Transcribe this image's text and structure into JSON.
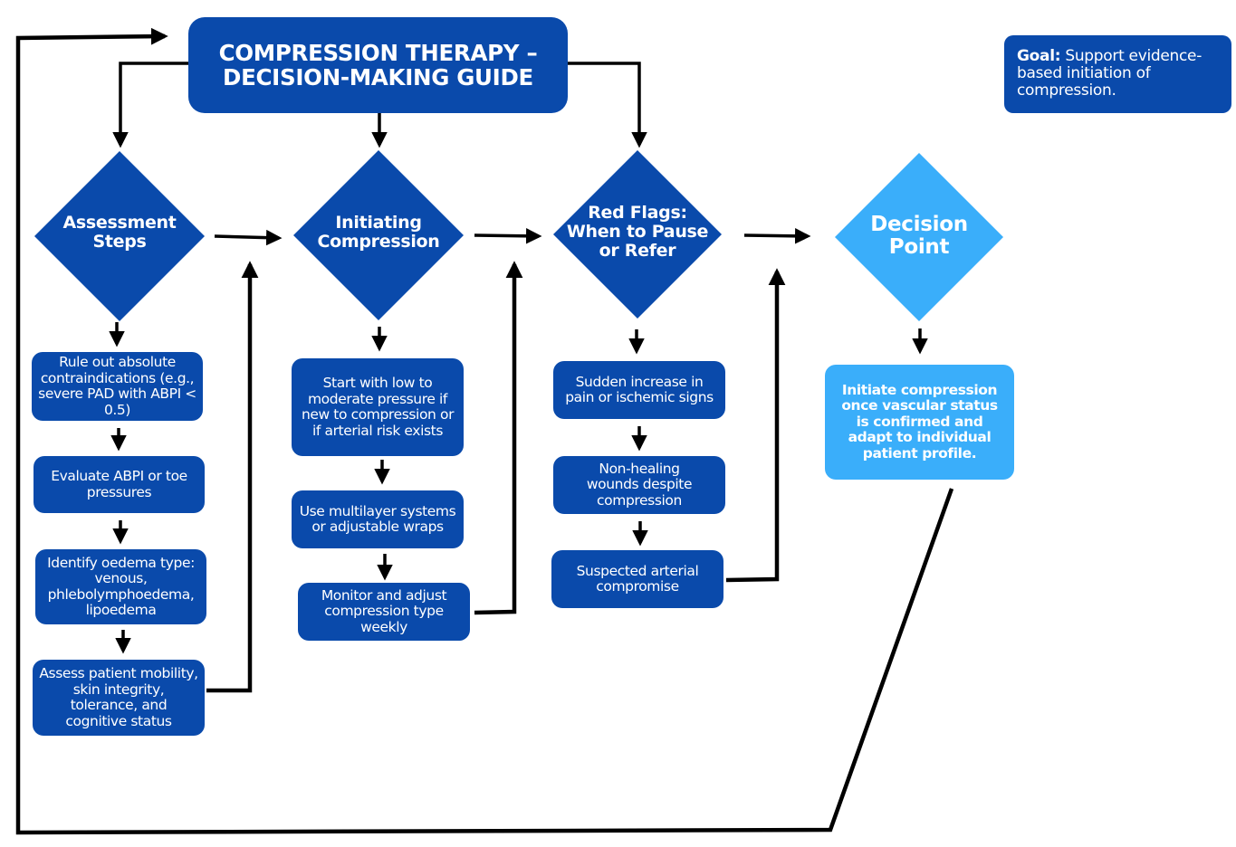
{
  "title": {
    "line1": "COMPRESSION THERAPY –",
    "line2": "DECISION-MAKING GUIDE"
  },
  "goal": {
    "label": "Goal:",
    "text": " Support evidence-based initiation of compression."
  },
  "colors": {
    "primary": "#0a4aab",
    "accent": "#3aaefa",
    "connector": "#000000",
    "text": "#ffffff"
  },
  "columns": [
    {
      "heading_line1": "Assessment",
      "heading_line2": "Steps",
      "steps": [
        "Rule out absolute contraindications (e.g., severe PAD with ABPI < 0.5)",
        "Evaluate ABPI or toe pressures",
        "Identify oedema type: venous, phlebolymphoedema, lipoedema",
        "Assess patient mobility, skin integrity, tolerance, and cognitive status"
      ]
    },
    {
      "heading_line1": "Initiating",
      "heading_line2": "Compression",
      "steps": [
        "Start with low to moderate pressure if new to compression or if arterial risk exists",
        "Use multilayer systems or adjustable wraps",
        "Monitor and adjust compression type weekly"
      ]
    },
    {
      "heading_line1": "Red Flags:",
      "heading_line2": "When to Pause",
      "heading_line3": "or Refer",
      "steps": [
        "Sudden increase in pain or ischemic signs",
        "Non-healing wounds despite compression",
        "Suspected arterial compromise"
      ]
    },
    {
      "heading_line1": "Decision",
      "heading_line2": "Point",
      "steps": [
        "Initiate compression once vascular status is confirmed and adapt to individual patient profile."
      ]
    }
  ]
}
